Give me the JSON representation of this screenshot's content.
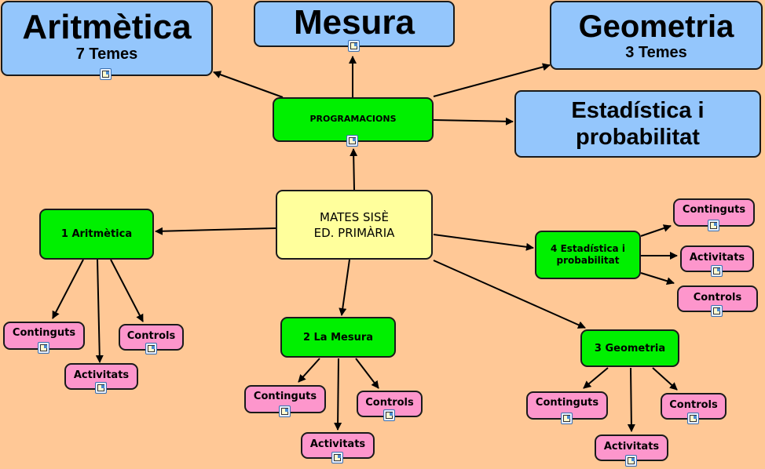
{
  "title": "MATES SISÈ ED. PRIMÀRIA",
  "colors": {
    "background": "#ffc896",
    "topic": "#94c6fc",
    "unit": "#00f000",
    "root": "#ffff9c",
    "resource": "#fd96cc"
  },
  "nodes": {
    "top_aritmetica": {
      "title": "Aritmètica",
      "subtitle": "7 Temes"
    },
    "top_mesura": {
      "title": "Mesura"
    },
    "top_geometria": {
      "title": "Geometria",
      "subtitle": "3 Temes"
    },
    "top_estadistica": {
      "line1": "Estadística i",
      "line2": "probabilitat"
    },
    "programacions": {
      "label": "PROGRAMACIONS"
    },
    "root": {
      "line1": "MATES SISÈ",
      "line2": "ED. PRIMÀRIA"
    },
    "unit1": {
      "label": "1 Aritmètica"
    },
    "unit2": {
      "label": "2 La Mesura"
    },
    "unit3": {
      "label": "3 Geometria"
    },
    "unit4": {
      "line1": "4 Estadística i",
      "line2": "probabilitat"
    },
    "leaves": {
      "continguts": "Continguts",
      "activitats": "Activitats",
      "controls": "Controls"
    }
  },
  "resource_icon": "document-image-icon"
}
